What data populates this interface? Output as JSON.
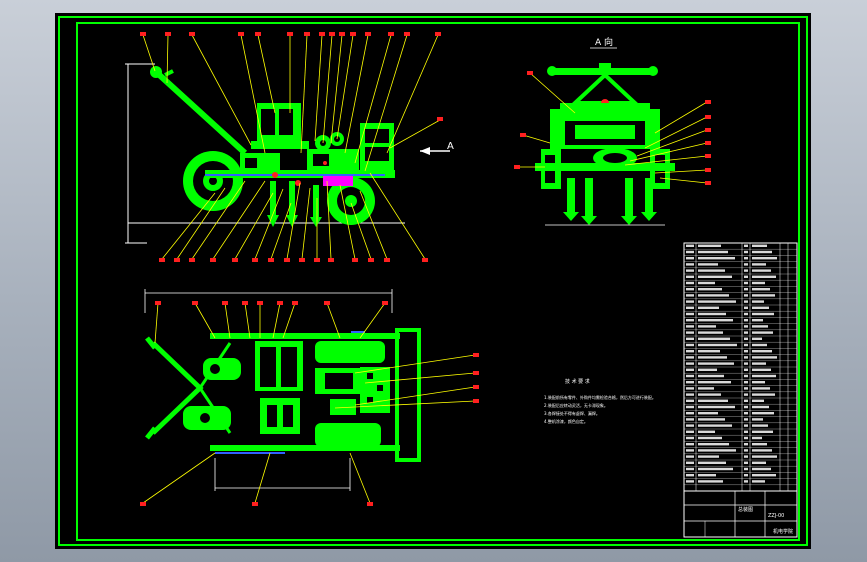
{
  "view_a_label": "A 向",
  "direction_arrow_label": "A",
  "tech_req_title": "技 术 要 求",
  "tech_req_lines": [
    "1.装配前所有零件、外购件均需检验合格，然后方可进行装配。",
    "2.装配后应转动灵活，无卡滞现象。",
    "3.各焊接处不得有虚焊、漏焊。",
    "4.整机涂漆，颜色自定。"
  ],
  "title_block": {
    "drawing_name": "总装图",
    "part_no": "ZZJ-00",
    "school": "机电学院"
  },
  "colors": {
    "frame": "#00ff00",
    "parts": "#00ff00",
    "leader": "#ffff00",
    "balloon": "#ff2020",
    "highlight": "#ff00ff",
    "dimension": "#ffffff",
    "background": "#000000"
  }
}
